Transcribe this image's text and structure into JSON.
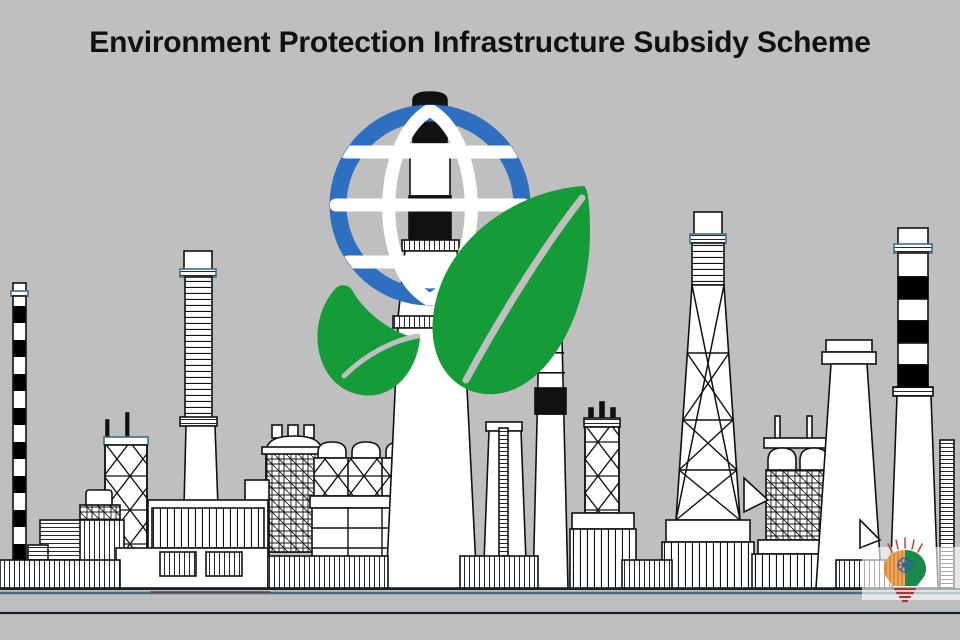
{
  "poster": {
    "title": "Environment Protection Infrastructure Subsidy Scheme",
    "background_color": "#bfbfbf",
    "title_color": "#111111"
  },
  "logo": {
    "name": "globe-and-leaves-emblem",
    "globe_ring_color": "#2f6fbf",
    "globe_grid_color": "#ffffff",
    "leaf_color": "#159b38",
    "leaf_vein_color": "#bfbfbf"
  },
  "scene": {
    "name": "industrial-skyline-line-art",
    "line_color": "#111111",
    "fill_color": "#ffffff",
    "accent_line_color": "#3e6d8e",
    "ground_line_color": "#15222c",
    "stripe_color": "#000000",
    "elements": [
      "checkered-chimney-left",
      "ribbed-chimney-left",
      "lattice-tower-left",
      "cooling-units",
      "main-white-chimney-center",
      "banded-chimney-center-right",
      "lattice-tower-right",
      "twin-silos-right",
      "tapered-chimney-right",
      "striped-chimney-far-right",
      "factory-halls",
      "ground-lines"
    ]
  },
  "watermark": {
    "name": "lightbulb-tricolor-emblem",
    "saffron": "#e08a34",
    "green": "#1a8a4a",
    "chakra_blue": "#2b5fa8",
    "base_color": "#9c3b3b"
  }
}
